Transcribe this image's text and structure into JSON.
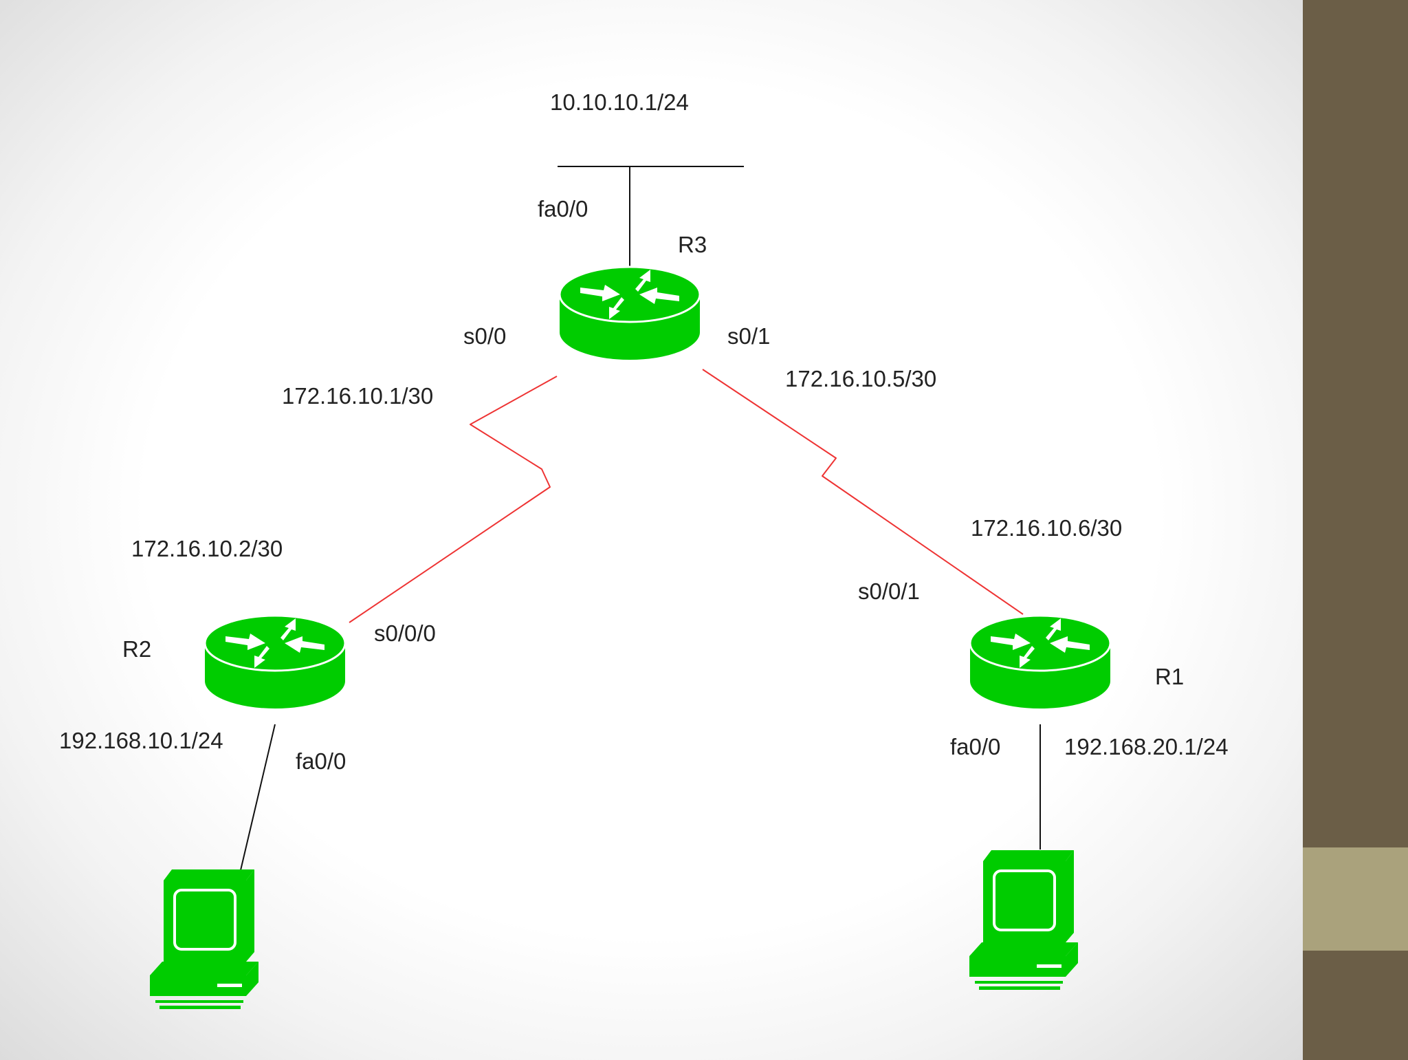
{
  "theme": {
    "device_color": "#00cc00",
    "serial_link_color": "#ee3333",
    "ethernet_link_color": "#111111",
    "sidebar_color": "#6b5e47",
    "sidebar_accent_color": "#aaa27c"
  },
  "nodes": {
    "r3": {
      "name": "R3",
      "icon": "router-icon"
    },
    "r2": {
      "name": "R2",
      "icon": "router-icon"
    },
    "r1": {
      "name": "R1",
      "icon": "router-icon"
    },
    "pc_left": {
      "icon": "pc-icon"
    },
    "pc_right": {
      "icon": "pc-icon"
    }
  },
  "labels": {
    "lan_r3": "10.10.10.1/24",
    "r3_fa": "fa0/0",
    "r3_s00": "s0/0",
    "r3_s01": "s0/1",
    "r3_s00_ip": "172.16.10.1/30",
    "r3_s01_ip": "172.16.10.5/30",
    "r2_serial_ip": "172.16.10.2/30",
    "r2_serial_if": "s0/0/0",
    "r2_lan_ip": "192.168.10.1/24",
    "r2_fa": "fa0/0",
    "r1_serial_ip": "172.16.10.6/30",
    "r1_serial_if": "s0/0/1",
    "r1_fa": "fa0/0",
    "r1_lan_ip": "192.168.20.1/24"
  }
}
